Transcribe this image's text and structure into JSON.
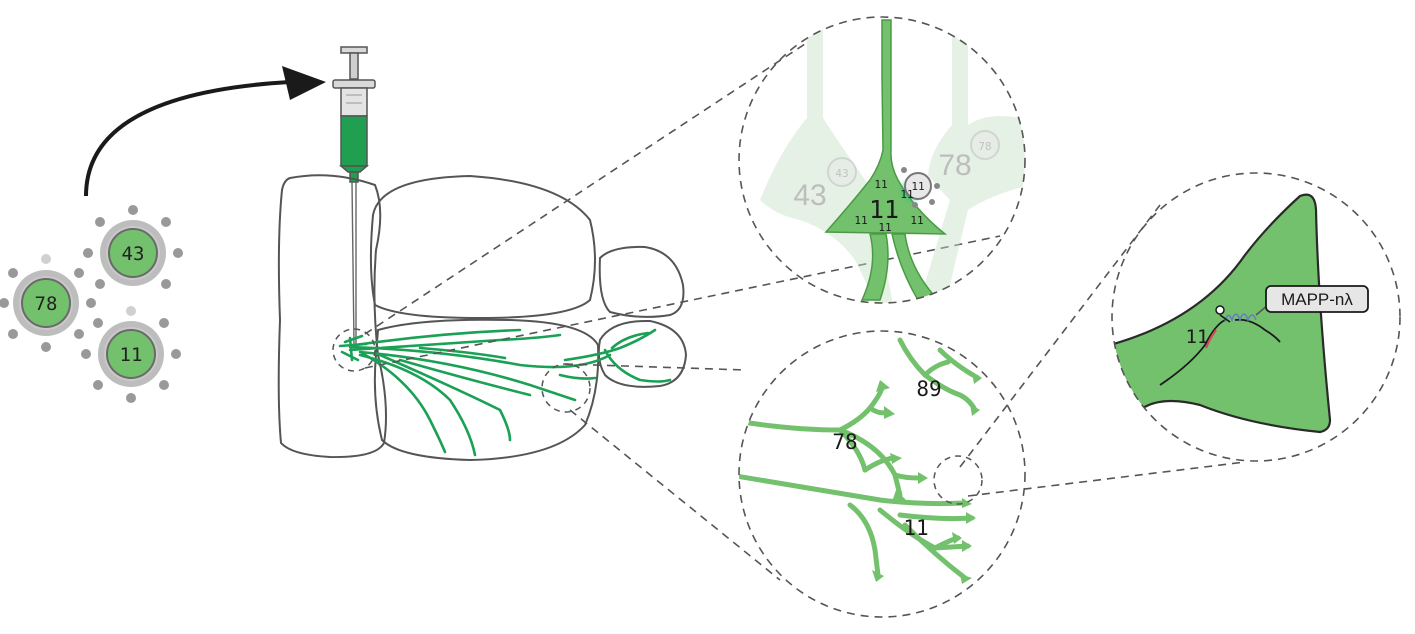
{
  "virus_particles": [
    {
      "label": "43"
    },
    {
      "label": "78"
    },
    {
      "label": "11"
    }
  ],
  "zoom_soma": {
    "center_label": "11",
    "small_labels": [
      "11",
      "11",
      "11",
      "11",
      "11"
    ],
    "particle_label": "11",
    "left_neuron_label": "43",
    "left_particle_label": "43",
    "right_neuron_label": "78",
    "right_particle_label": "78"
  },
  "zoom_axons": {
    "labels": [
      "89",
      "78",
      "11"
    ]
  },
  "zoom_terminal": {
    "barcode_label": "11",
    "tag_label": "MAPP-nλ"
  },
  "colors": {
    "neuron_green": "#73c16c",
    "axon_green": "#1aa155",
    "outline": "#555555",
    "syringe_green": "#1f9f4f",
    "particle_grey": "#8a8a8a"
  }
}
